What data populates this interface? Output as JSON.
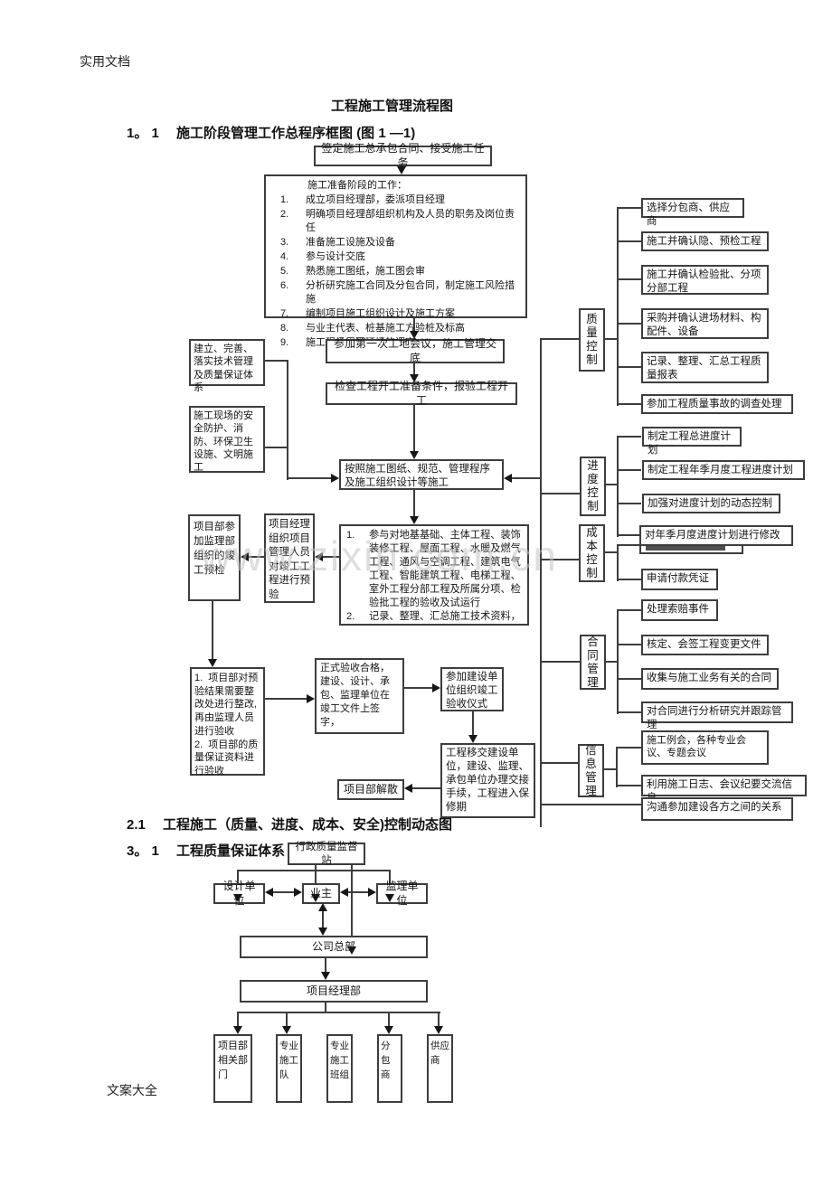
{
  "page": {
    "header_note": "实用文档",
    "footer_note": "文案大全",
    "title": "工程施工管理流程图",
    "heading_1": "1。 1　 施工阶段管理工作总程序框图 (图 1 —1)",
    "heading_2": "2.1　 工程施工（质量、进度、成本、安全)控制动态图",
    "heading_3": "3。 1　 工程质量保证体系",
    "watermark": "www.zixin.com.cn"
  },
  "flow": {
    "sign_contract": "签定施工总承包合同、接受施工任务",
    "prep_title": "施工准备阶段的工作：",
    "prep_items": [
      "成立项目经理部，委派项目经理",
      "明确项目经理部组织机构及人员的职务及岗位责任",
      "准备施工设施及设备",
      "参与设计交底",
      "熟悉施工图纸，施工图会审",
      "分析研究施工合同及分包合同，制定施工风险措施",
      "编制项目施工组织设计及施工方案",
      "与业主代表、桩基施工方验桩及标高",
      "施工现场周围环境的调查"
    ],
    "first_meeting": "参加第一次工地会议，施工管理交底",
    "check_start": "检查工程开工准备条件，报验工程开工",
    "construct_per_drawings": "按照施工图纸、规范、管理程序及施工组织设计等施工",
    "tech_system": "建立、完善、落实技术管理及质量保证体系",
    "site_safety": "施工现场的安全防护、消防、环保卫生设施、文明施工",
    "acceptance_items": [
      "参与对地基基础、主体工程、装饰装修工程、屋面工程、水暖及燃气工程、通风与空调工程、建筑电气工程、智能建筑工程、电梯工程、室外工程分部工程及所属分项、检验批工程的验收及试运行",
      "记录、整理、汇总施工技术资料，"
    ],
    "pre_inspection_org": "项目经理组织项目管理人员对竣工工程进行预验",
    "pre_check": "项目部参加监理部组织的竣工预检",
    "rectify_items": [
      "项目部对预验结果需要整改处进行整改,再由监理人员进行验收",
      "项目部的质量保证资料进行验收"
    ],
    "formal_acceptance": "正式验收合格，建设、设计、承包、监理单位在竣工文件上签字，",
    "ceremony": "参加建设单位组织竣工验收仪式",
    "handover": "工程移交建设单位，建设、监理、承包单位办理交接手续，工程进入保修期",
    "disband": "项目部解散"
  },
  "sections": [
    {
      "label": "质量控制",
      "items": [
        "选择分包商、供应商",
        "施工并确认隐、预检工程",
        "施工并确认检验批、分项分部工程",
        "采购并确认进场材料、构配件、设备",
        "记录、整理、汇总工程质量报表",
        "参加工程质量事故的调查处理"
      ]
    },
    {
      "label": "进度控制",
      "items": [
        "制定工程总进度计划",
        "制定工程年季月度工程进度计划",
        "加强对进度计划的动态控制",
        "对年季月度进度计划进行修改"
      ]
    },
    {
      "label": "成本控制",
      "items": [
        "申请付款凭证"
      ]
    },
    {
      "label": "合同管理",
      "items": [
        "处理索赔事件",
        "核定、会签工程变更文件",
        "收集与施工业务有关的合同",
        "对合同进行分析研究并跟踪管理"
      ]
    },
    {
      "label": "信息管理",
      "items": [
        "施工例会，各种专业会议、专题会议",
        "利用施工日志、会议纪要交流信息",
        "沟通参加建设各方之间的关系"
      ]
    }
  ],
  "org": {
    "supervision_station": "行政质量监督站",
    "design_unit": "设计单位",
    "owner": "业主",
    "supervisor_unit": "监理单位",
    "hq": "公司总部",
    "pm_dept": "项目经理部",
    "bottom_units": [
      "项目部相关部门",
      "专业施工队",
      "专业施工班组",
      "分包商",
      "供应商"
    ]
  }
}
